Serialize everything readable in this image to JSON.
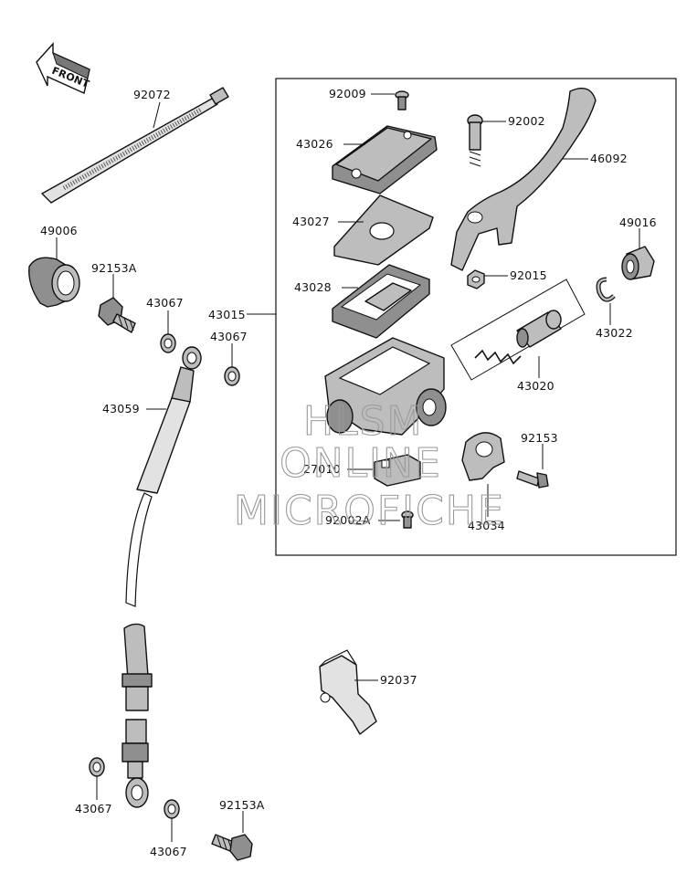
{
  "front_arrow": {
    "text": "FRONT"
  },
  "labels": {
    "p92072": "92072",
    "p49006": "49006",
    "p92153A_top": "92153A",
    "p43067_a": "43067",
    "p43015": "43015",
    "p43067_b": "43067",
    "p43059": "43059",
    "p92009": "92009",
    "p43026": "43026",
    "p43027": "43027",
    "p43028": "43028",
    "p92002": "92002",
    "p46092": "46092",
    "p49016": "49016",
    "p92015": "92015",
    "p43022": "43022",
    "p43020": "43020",
    "p92153": "92153",
    "p27010": "27010",
    "p92002A": "92002A",
    "p43034": "43034",
    "p92037": "92037",
    "p43067_c": "43067",
    "p92153A_bottom": "92153A",
    "p43067_d": "43067"
  },
  "watermark": {
    "line1": "HLSM",
    "line2": "ONLINE",
    "line3": "MICROFICHE"
  }
}
